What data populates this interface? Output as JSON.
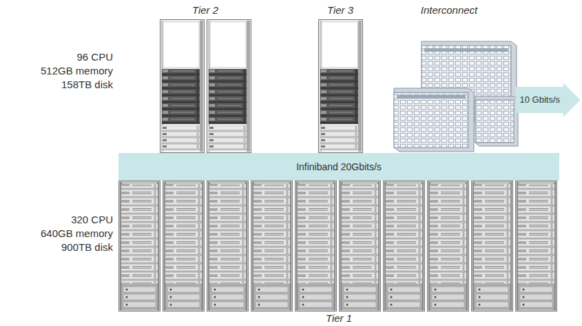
{
  "diagram": {
    "nodes": [
      {
        "text": [
          "Infiniband 20Gbits/s"
        ]
      },
      {
        "text": [
          "10 Gbits/s"
        ]
      }
    ],
    "labels": [
      "Tier 2",
      "Tier 3",
      "Interconnect",
      "96 CPU",
      "512GB memory",
      "158TB disk",
      "320 CPU",
      "640GB memory",
      "900TB disk",
      "Tier 1"
    ]
  }
}
